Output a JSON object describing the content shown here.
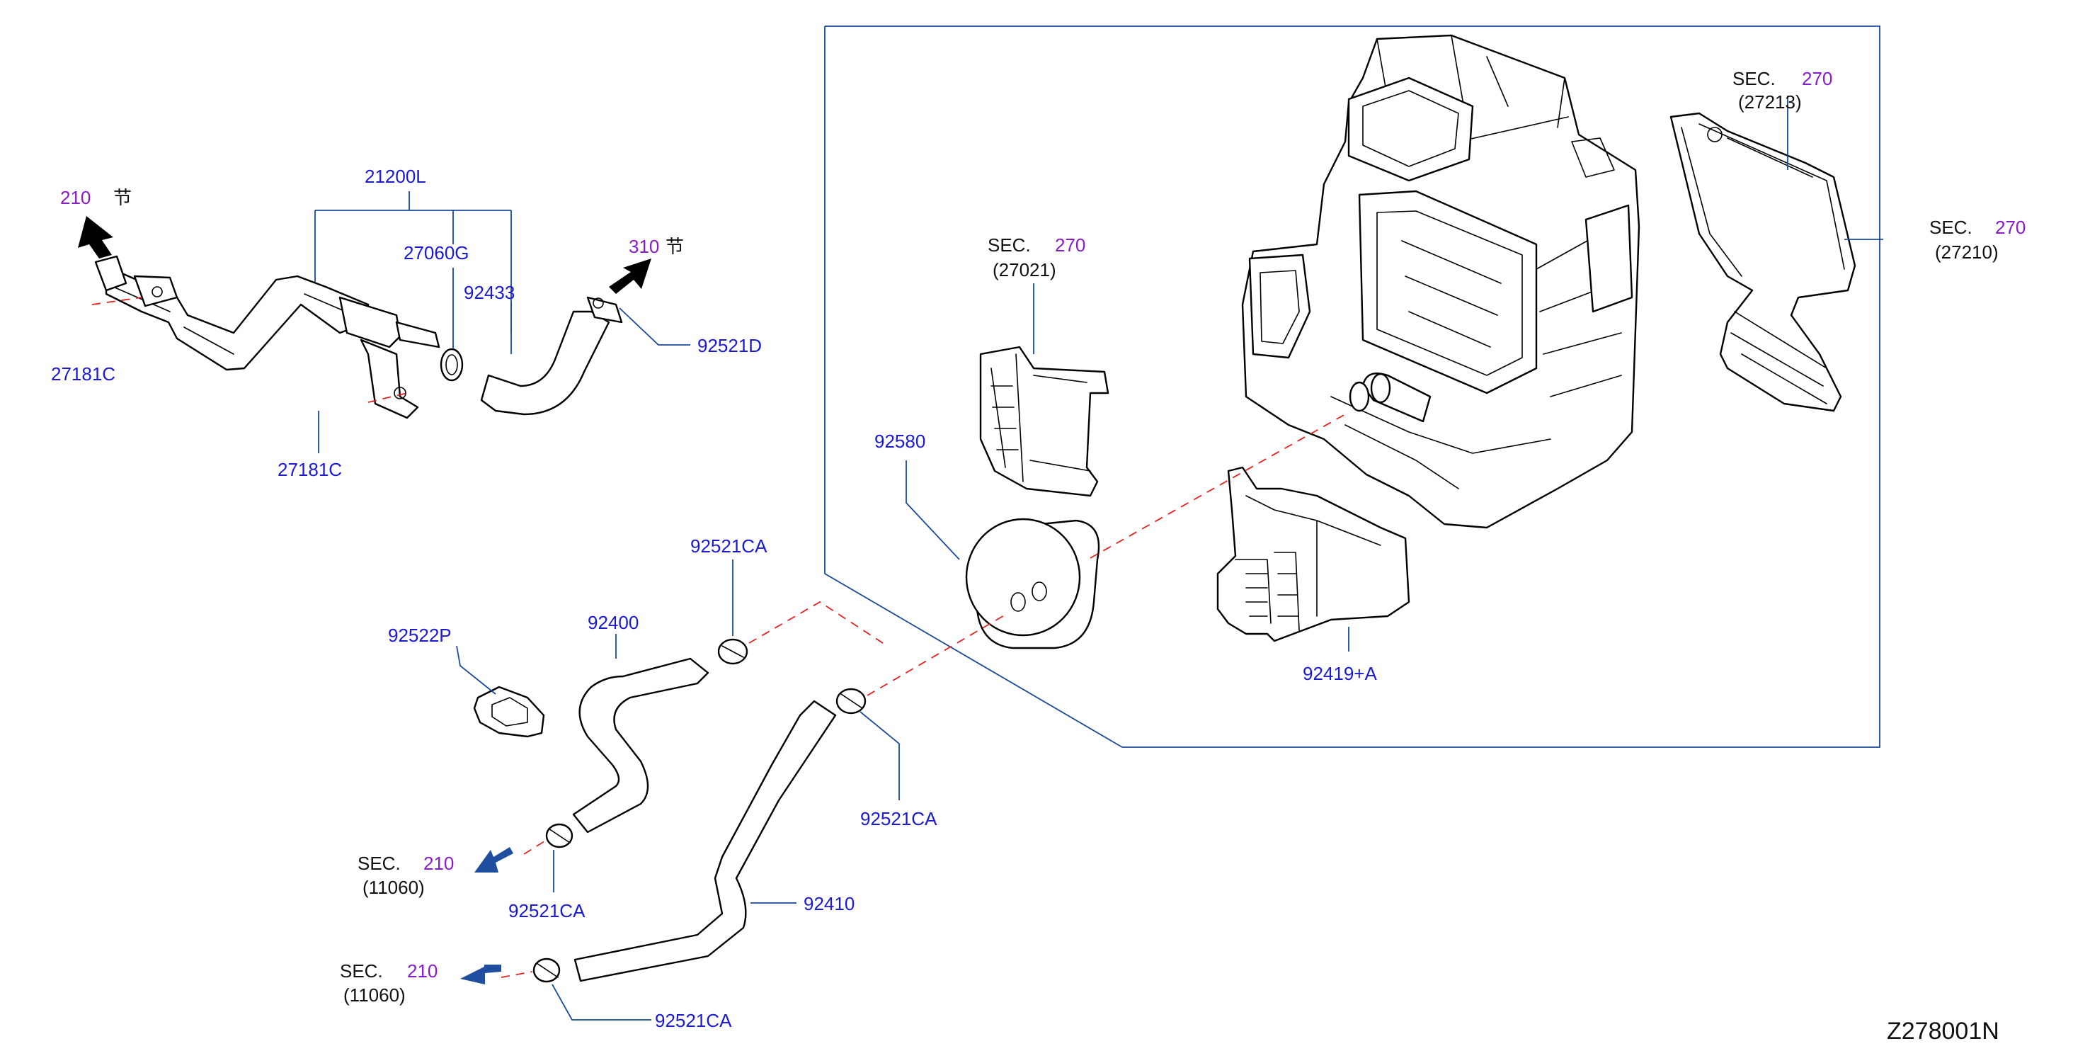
{
  "labels": {
    "p21200L": "21200L",
    "p27060G": "27060G",
    "p92433": "92433",
    "p27181C_a": "27181C",
    "p27181C_b": "27181C",
    "p92521D": "92521D",
    "p92580": "92580",
    "p92522P": "92522P",
    "p92400": "92400",
    "p92521CA_top": "92521CA",
    "p92521CA_mid": "92521CA",
    "p92521CA_left": "92521CA",
    "p92521CA_bottom": "92521CA",
    "p92410": "92410",
    "p92419A": "92419+A"
  },
  "refs": {
    "ref210_top": {
      "num": "210",
      "glyph": "节"
    },
    "ref310": {
      "num": "310",
      "glyph": "节"
    },
    "sec27021": {
      "sec": "SEC.",
      "num": "270",
      "sub": "(27021)"
    },
    "sec27213": {
      "sec": "SEC.",
      "num": "270",
      "sub": "(27213)"
    },
    "sec27210": {
      "sec": "SEC.",
      "num": "270",
      "sub": "(27210)"
    },
    "sec11060_a": {
      "sec": "SEC.",
      "num": "210",
      "sub": "(11060)"
    },
    "sec11060_b": {
      "sec": "SEC.",
      "num": "210",
      "sub": "(11060)"
    }
  },
  "diagram_code": "Z278001N",
  "colors": {
    "part_number": "#1a1ad0",
    "section_number": "#8a1cc8",
    "leader_line": "#1a4a9a",
    "connection_dash": "#e0221f",
    "flow_arrow_black": "#000000",
    "flow_arrow_blue": "#1f4e9e"
  }
}
